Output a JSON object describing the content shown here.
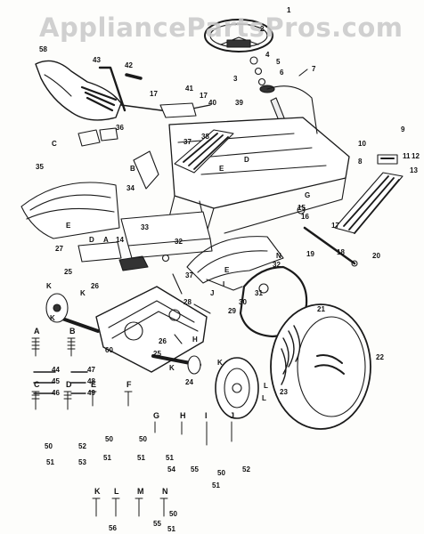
{
  "watermark": "AppliancePartsPros.com",
  "callouts": [
    "1",
    "2",
    "3",
    "4",
    "5",
    "6",
    "7",
    "8",
    "9",
    "10",
    "11",
    "12",
    "13",
    "14",
    "15",
    "16",
    "17",
    "18",
    "19",
    "20",
    "21",
    "22",
    "23",
    "24",
    "25",
    "26",
    "27",
    "28",
    "29",
    "30",
    "31",
    "32",
    "33",
    "34",
    "35",
    "36",
    "37",
    "38",
    "39",
    "40",
    "41",
    "42",
    "43",
    "44",
    "45",
    "46",
    "47",
    "48",
    "49",
    "50",
    "51",
    "52",
    "53",
    "54",
    "55",
    "56",
    "58",
    "60"
  ],
  "fastener_letters": [
    "A",
    "B",
    "C",
    "D",
    "E",
    "F",
    "G",
    "H",
    "I",
    "J",
    "K",
    "L",
    "M",
    "N"
  ],
  "assembly_letters": [
    "A",
    "B",
    "C",
    "D",
    "E",
    "G",
    "H",
    "I",
    "J",
    "K",
    "L",
    "N"
  ]
}
